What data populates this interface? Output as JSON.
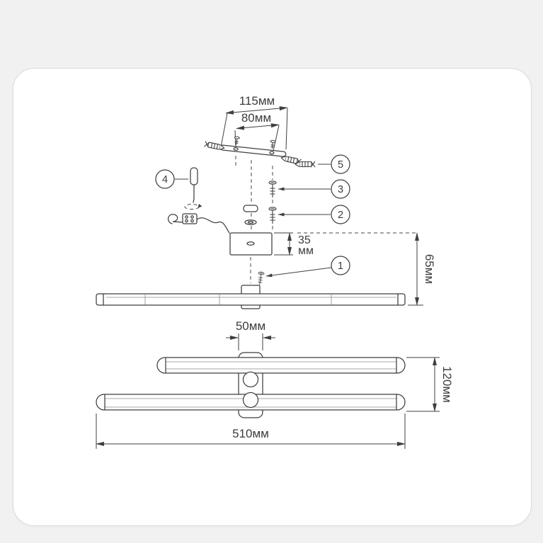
{
  "page": {
    "background": "#f1f1f2",
    "card_background": "#ffffff",
    "line_color": "#3f3f3f",
    "text_color": "#3d3d3d"
  },
  "diagram": {
    "type": "wall-lamp-assembly-instruction",
    "dimensions": {
      "bracket_width": "115мм",
      "hole_spacing": "80мм",
      "canopy_height_value": "35",
      "canopy_height_unit": "мм",
      "wall_offset": "65мм",
      "canopy_width": "50мм",
      "fixture_depth": "120мм",
      "fixture_length": "510мм"
    },
    "callouts": [
      {
        "number": "1"
      },
      {
        "number": "2"
      },
      {
        "number": "3"
      },
      {
        "number": "4"
      },
      {
        "number": "5"
      }
    ]
  }
}
